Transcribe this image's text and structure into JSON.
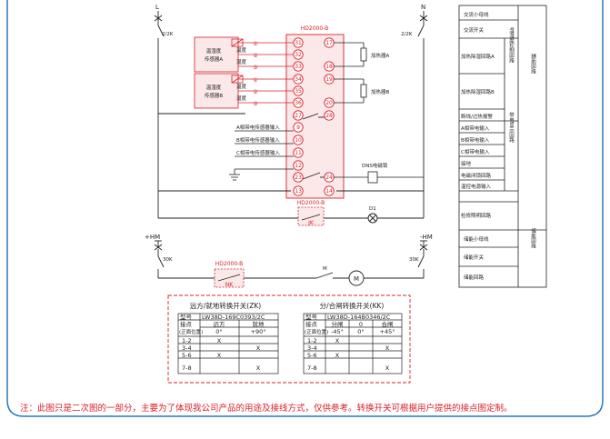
{
  "diagram": {
    "left_switch": {
      "pole": "L",
      "rating": "2/2K"
    },
    "right_switch": {
      "pole": "N",
      "rating": "2/2K"
    },
    "controller_title": "HD2000-B",
    "sensor_a": {
      "label": [
        "温湿度",
        "传感器A"
      ],
      "lines": [
        "温度",
        "湿度"
      ]
    },
    "sensor_b": {
      "label": [
        "温湿度",
        "传感器B"
      ],
      "lines": [
        "温度",
        "湿度"
      ]
    },
    "terminals_left": [
      "①",
      "②",
      "③",
      "①",
      "②",
      "③"
    ],
    "pins_left": [
      "31",
      "32",
      "33",
      "34",
      "35",
      "36",
      "27",
      "9",
      "10",
      "11",
      "12",
      "23",
      "13"
    ],
    "pins_right": [
      "17",
      "18",
      "19",
      "20",
      "28",
      "24",
      "14"
    ],
    "heater_a": "加热器A",
    "heater_b": "加热器B",
    "phase_inputs": [
      "A相带电传感器输入",
      "B相带电传感器输入",
      "C相带电传感器输入"
    ],
    "dns_label": "DNS电磁锁",
    "indicator": {
      "box_title": "HD2000-B",
      "box_label": "JK",
      "lamp": "D1"
    },
    "storage": {
      "left_pole": "+HM",
      "right_pole": "-HM",
      "left_rating": "30K",
      "right_rating": "30K",
      "box_title": "HD2000-B",
      "box_label": "NK",
      "motor_ref": "M",
      "motor_label": "M"
    }
  },
  "legend": {
    "rows": [
      {
        "text": "交流小母线"
      },
      {
        "text": "交流开关"
      },
      {
        "text": "加热除湿回路A"
      },
      {
        "text": "加热除湿回路B"
      },
      {
        "text": "断线/过热报警"
      },
      {
        "text": "A相带电输入"
      },
      {
        "text": "B相带电输入"
      },
      {
        "text": "C相带电输入"
      },
      {
        "text": "接地"
      },
      {
        "text": "电磁闭锁回路"
      },
      {
        "text": "温控电源输入"
      },
      {
        "text": "检修照明回路"
      },
      {
        "text": "储能小母线"
      },
      {
        "text": "储能开关"
      },
      {
        "text": "储能回路"
      }
    ],
    "group_humidity": "湿湿度控制回路",
    "group_display": "带电显示回路",
    "group_aux": "辅助回路",
    "group_storage": "储能回路"
  },
  "tables": {
    "zk": {
      "title": "远方/就地转换开关(ZK)",
      "model_label": "型号",
      "model": "LW38D-169C0393/2C",
      "contact_label": "接点",
      "pos_label": "(正面位置)",
      "headers": [
        "远方",
        "就地"
      ],
      "angles": [
        "0°",
        "+90°"
      ],
      "rows": [
        {
          "contact": "1-2",
          "marks": [
            "X",
            ""
          ]
        },
        {
          "contact": "3-4",
          "marks": [
            "",
            "X"
          ]
        },
        {
          "contact": "5-6",
          "marks": [
            "X",
            ""
          ]
        },
        {
          "contact": "7-8",
          "marks": [
            "",
            "X"
          ]
        }
      ]
    },
    "kk": {
      "title": "分/合闸转换开关(KK)",
      "model_label": "型号",
      "model": "LW38D-164B0346/2C",
      "contact_label": "接点",
      "pos_label": "(正面位置)",
      "headers": [
        "分闸",
        "0",
        "合闸"
      ],
      "angles": [
        "-45°",
        "0°",
        "+45°"
      ],
      "rows": [
        {
          "contact": "1-2",
          "marks": [
            "X",
            "",
            ""
          ]
        },
        {
          "contact": "3-4",
          "marks": [
            "",
            "",
            "X"
          ]
        },
        {
          "contact": "5-6",
          "marks": [
            "X",
            "",
            ""
          ]
        },
        {
          "contact": "7-8",
          "marks": [
            "",
            "",
            "X"
          ]
        }
      ]
    }
  },
  "note": "注：此图只是二次图的一部分，主要为了体现我公司产品的用途及接线方式，仅供参考。转换开关可根据用户提供的接点图定制。",
  "colors": {
    "red": "#d8202a",
    "line": "#222222",
    "frame": "#2a78b8",
    "pink": "#fbe9ea"
  }
}
